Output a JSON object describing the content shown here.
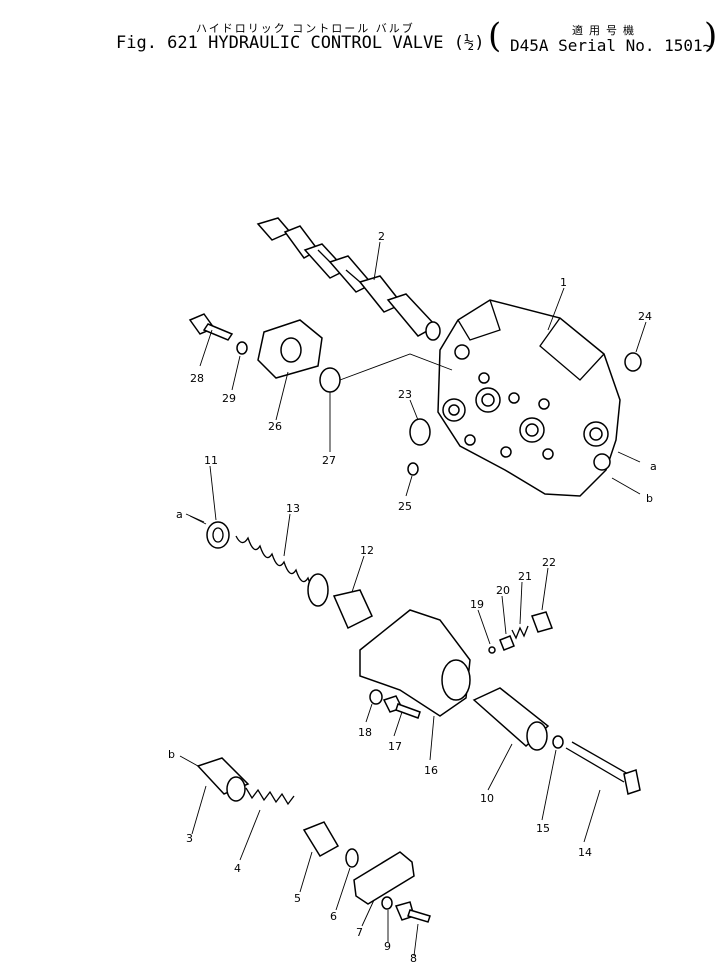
{
  "header": {
    "jp_title": "ハイドロリック コントロール バルブ",
    "fig_title": "Fig. 621  HYDRAULIC CONTROL VALVE (½)",
    "jp_applicable": "適用号機",
    "serial": "D45A Serial No. 1501~"
  },
  "callouts": {
    "p1": "1",
    "p2": "2",
    "p3": "3",
    "p4": "4",
    "p5": "5",
    "p6": "6",
    "p7": "7",
    "p8": "8",
    "p9": "9",
    "p10": "10",
    "p11": "11",
    "p12": "12",
    "p13": "13",
    "p14": "14",
    "p15": "15",
    "p16": "16",
    "p17": "17",
    "p18": "18",
    "p19": "19",
    "p20": "20",
    "p21": "21",
    "p22": "22",
    "p23": "23",
    "p24": "24",
    "p25": "25",
    "p26": "26",
    "p27": "27",
    "p28": "28",
    "p29": "29",
    "a1": "a",
    "b1": "b",
    "a2": "a",
    "b2": "b"
  }
}
